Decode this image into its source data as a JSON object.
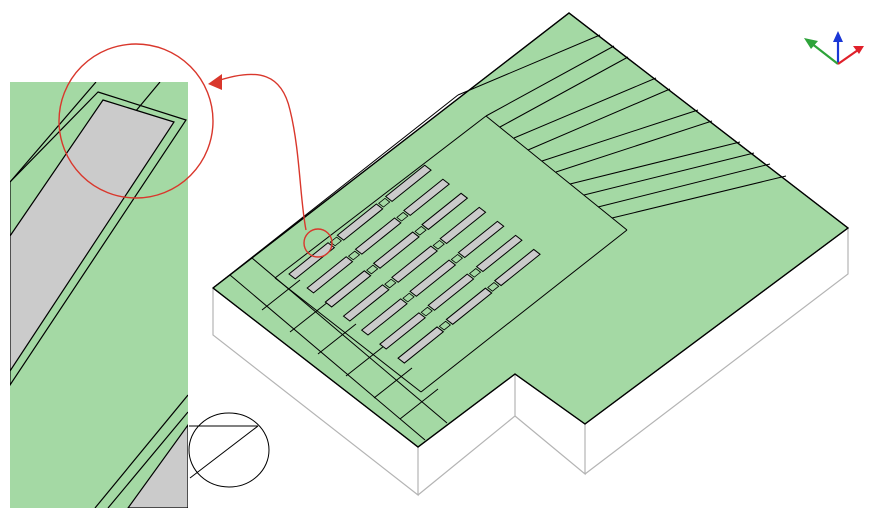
{
  "viewport": {
    "background": "#ffffff",
    "colors": {
      "top_face": "#a4d9a4",
      "cell": "#cbcbcb",
      "edge": "#000000",
      "wireframe": "#b4b4b4",
      "callout": "#d9372c",
      "axis_x": "#e0202a",
      "axis_y": "#2ea33a",
      "axis_z": "#1a37d6"
    },
    "icons": [
      "orientation-triad-icon",
      "callout-arrow",
      "zoom-circle",
      "inset-magnified-view",
      "section-disk"
    ]
  }
}
